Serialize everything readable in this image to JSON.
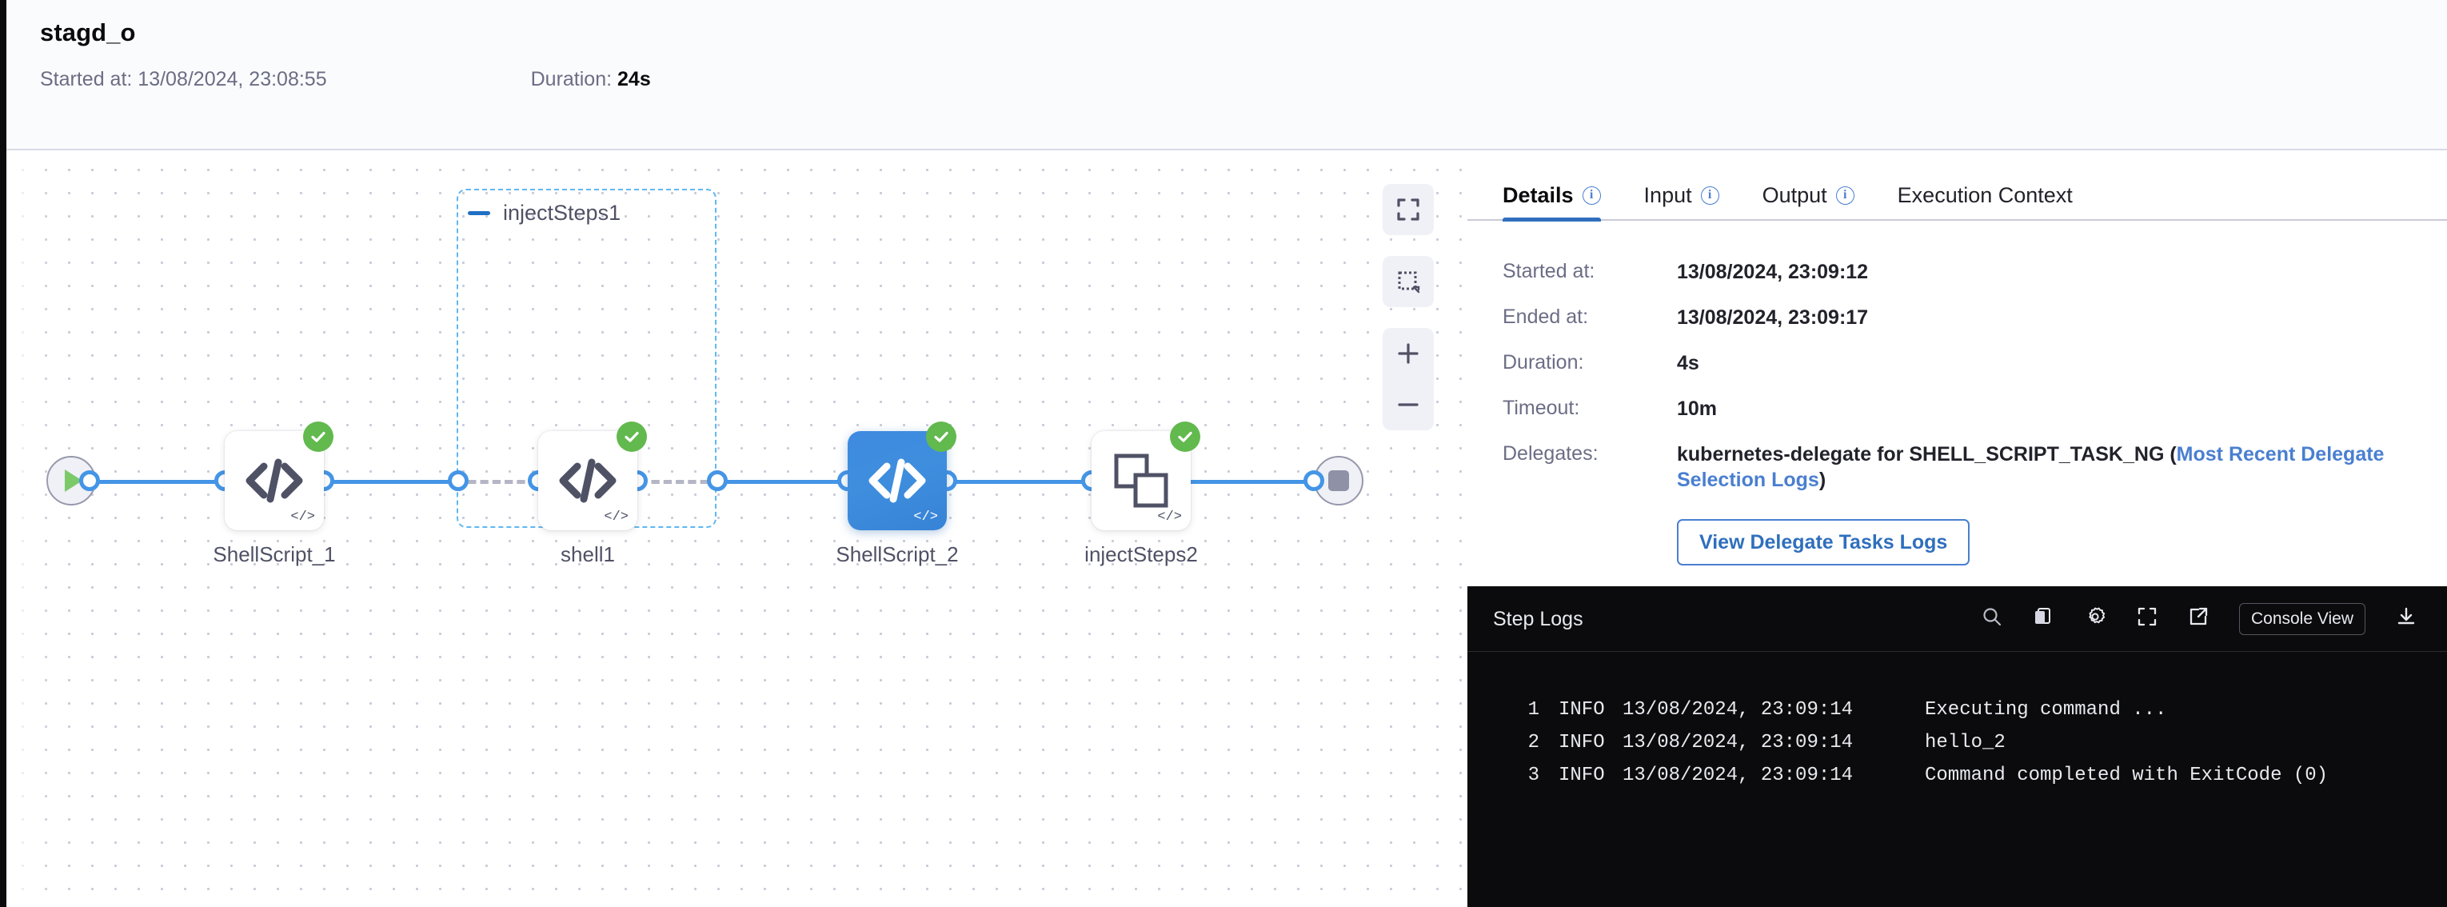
{
  "header": {
    "title": "stagd_o",
    "started_label": "Started at: 13/08/2024, 23:08:55",
    "duration_label": "Duration: ",
    "duration_value": "24s"
  },
  "graph": {
    "start_node": {
      "name": "start",
      "icon": "play-icon"
    },
    "end_node": {
      "name": "end",
      "icon": "stop-icon"
    },
    "group": {
      "label": "injectSteps1",
      "toggle": "collapse-toggle"
    },
    "nodes": [
      {
        "label": "ShellScript_1",
        "icon": "code-icon",
        "status": "success",
        "selected": false
      },
      {
        "label": "shell1",
        "icon": "code-icon",
        "status": "success",
        "selected": false
      },
      {
        "label": "ShellScript_2",
        "icon": "code-icon",
        "status": "success",
        "selected": true
      },
      {
        "label": "injectSteps2",
        "icon": "copy-stack-icon",
        "status": "success",
        "selected": false
      }
    ],
    "controls": [
      {
        "name": "fit-to-screen-button",
        "icon": "fit-screen-icon"
      },
      {
        "name": "selection-marquee-button",
        "icon": "dashed-square-icon"
      },
      {
        "name": "zoom-in-button",
        "icon": "plus-icon"
      },
      {
        "name": "zoom-out-button",
        "icon": "minus-icon"
      }
    ]
  },
  "panel": {
    "tabs": [
      {
        "label": "Details",
        "info": true,
        "active": true
      },
      {
        "label": "Input",
        "info": true,
        "active": false
      },
      {
        "label": "Output",
        "info": true,
        "active": false
      },
      {
        "label": "Execution Context",
        "info": false,
        "active": false
      }
    ],
    "details": {
      "rows": [
        {
          "label": "Started at:",
          "value": "13/08/2024, 23:09:12"
        },
        {
          "label": "Ended at:",
          "value": "13/08/2024, 23:09:17"
        },
        {
          "label": "Duration:",
          "value": "4s"
        },
        {
          "label": "Timeout:",
          "value": "10m"
        }
      ],
      "delegates_label": "Delegates:",
      "delegates_prefix": "kubernetes-delegate for SHELL_SCRIPT_TASK_NG (",
      "delegates_link": "Most Recent Delegate Selection Logs",
      "delegates_suffix": ")",
      "view_logs_button": "View Delegate Tasks Logs"
    }
  },
  "logs": {
    "title": "Step Logs",
    "console_view_label": "Console View",
    "actions": [
      {
        "name": "search-icon"
      },
      {
        "name": "copy-icon"
      },
      {
        "name": "gear-icon"
      },
      {
        "name": "expand-icon"
      },
      {
        "name": "external-link-icon"
      },
      {
        "name": "download-icon"
      }
    ],
    "lines": [
      {
        "num": "1",
        "level": "INFO",
        "ts": "13/08/2024, 23:09:14",
        "msg": "Executing command ..."
      },
      {
        "num": "2",
        "level": "INFO",
        "ts": "13/08/2024, 23:09:14",
        "msg": "hello_2"
      },
      {
        "num": "3",
        "level": "INFO",
        "ts": "13/08/2024, 23:09:14",
        "msg": "Command completed with ExitCode (0)"
      }
    ]
  },
  "colors": {
    "accent_blue": "#4595e6",
    "success_green": "#62b94e",
    "selected_node": "#3f8ede",
    "link_blue": "#4a7fd0",
    "log_bg": "#0b0b0d"
  }
}
